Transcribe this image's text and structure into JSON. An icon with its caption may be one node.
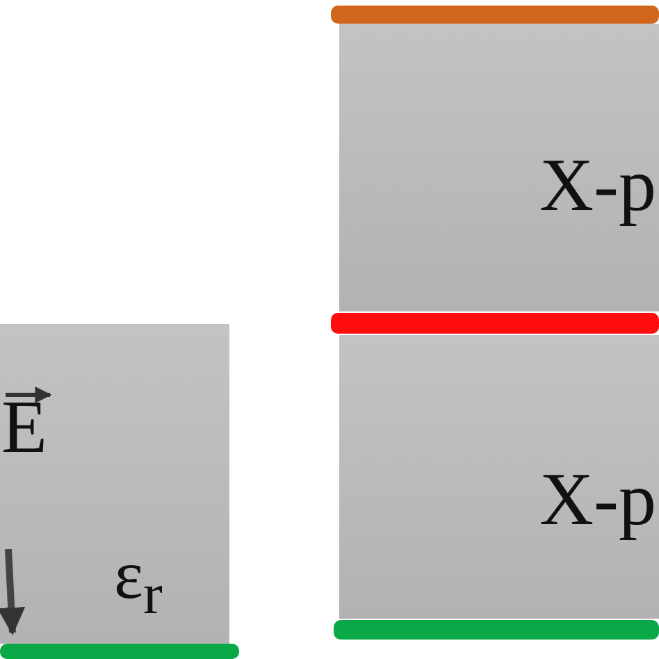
{
  "diagram": {
    "nodes": [
      {
        "text": [
          "E",
          "ε$_{r}$"
        ]
      },
      {
        "text": [
          "X-p"
        ]
      },
      {
        "text": [
          "X-p"
        ]
      }
    ]
  }
}
